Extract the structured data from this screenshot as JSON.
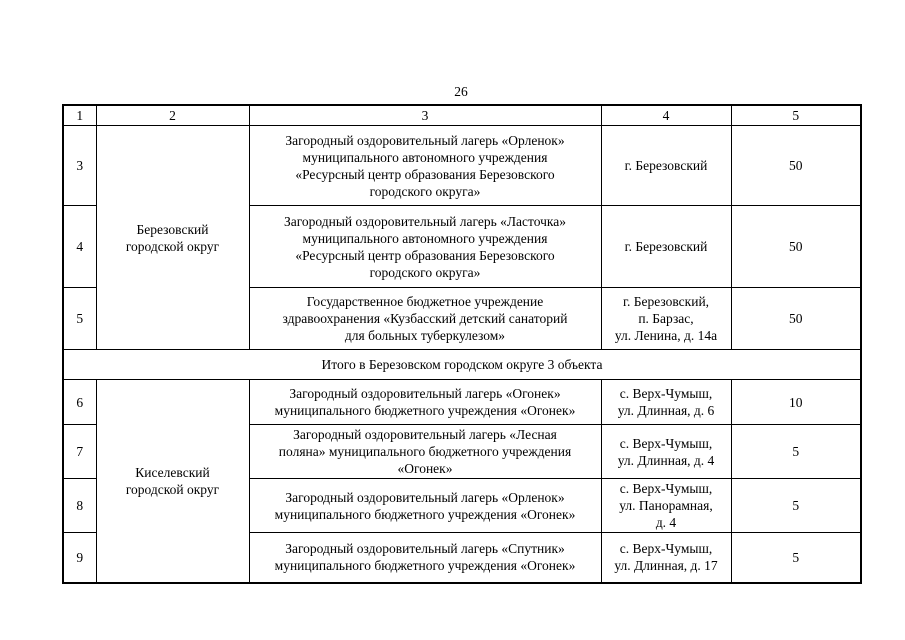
{
  "page": {
    "number": "26"
  },
  "table": {
    "header": [
      "1",
      "2",
      "3",
      "4",
      "5"
    ],
    "groups": [
      {
        "district": "Березовский\nгородской округ",
        "rows": [
          {
            "num": "3",
            "name": "Загородный оздоровительный лагерь «Орленок»\nмуниципального автономного учреждения\n«Ресурсный центр образования Березовского\nгородского округа»",
            "address": "г. Березовский",
            "capacity": "50"
          },
          {
            "num": "4",
            "name": "Загородный оздоровительный лагерь «Ласточка»\nмуниципального автономного учреждения\n«Ресурсный центр образования Березовского\nгородского округа»",
            "address": "г. Березовский",
            "capacity": "50"
          },
          {
            "num": "5",
            "name": "Государственное бюджетное учреждение\nздравоохранения «Кузбасский детский санаторий\nдля больных туберкулезом»",
            "address": "г. Березовский,\nп. Барзас,\nул. Ленина, д. 14а",
            "capacity": "50"
          }
        ],
        "total": "Итого в Березовском городском округе 3 объекта"
      },
      {
        "district": "Киселевский\nгородской округ",
        "rows": [
          {
            "num": "6",
            "name": "Загородный оздоровительный лагерь «Огонек»\nмуниципального бюджетного учреждения «Огонек»",
            "address": "с. Верх-Чумыш,\nул. Длинная, д. 6",
            "capacity": "10"
          },
          {
            "num": "7",
            "name": "Загородный оздоровительный лагерь «Лесная\nполяна» муниципального бюджетного учреждения\n«Огонек»",
            "address": "с. Верх-Чумыш,\nул. Длинная, д. 4",
            "capacity": "5"
          },
          {
            "num": "8",
            "name": "Загородный оздоровительный лагерь «Орленок»\nмуниципального бюджетного учреждения «Огонек»",
            "address": "с. Верх-Чумыш,\nул. Панорамная,\nд. 4",
            "capacity": "5"
          },
          {
            "num": "9",
            "name": "Загородный оздоровительный лагерь «Спутник»\nмуниципального бюджетного учреждения «Огонек»",
            "address": "с. Верх-Чумыш,\nул. Длинная, д. 17",
            "capacity": "5"
          }
        ]
      }
    ]
  }
}
